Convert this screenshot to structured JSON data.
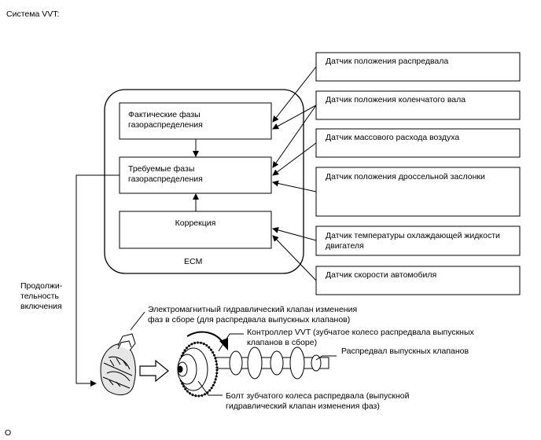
{
  "title": "Система VVT:",
  "ecm": {
    "label": "ECM",
    "actual_phases": "Фактические фазы\nгазораспределения",
    "target_phases": "Требуемые фазы\nгазораспределения",
    "correction": "Коррекция"
  },
  "sensors": [
    "Датчик положения распредвала",
    "Датчик положения коленчатого вала",
    "Датчик массового расхода воздуха",
    "Датчик положения дроссельной заслонки",
    "Датчик температуры охлаждающей жидкости\nдвигателя",
    "Датчик скорости автомобиля"
  ],
  "duty_label": "Продолжи-\nтельность\nвключения",
  "parts": {
    "solenoid_valve": "Электромагнитный гидравлический клапан изменения\nфаз в сборе (для распредвала выпускных клапанов)",
    "vvt_controller": "Контроллер VVT (зубчатое колесо распредвала выпускных\nклапанов в сборе)",
    "exhaust_camshaft": "Распредвал выпускных клапанов",
    "sprocket_bolt": "Болт зубчатого колеса распредвала (выпускной\nгидравлический клапан изменения фаз)"
  },
  "figure_code": "O"
}
